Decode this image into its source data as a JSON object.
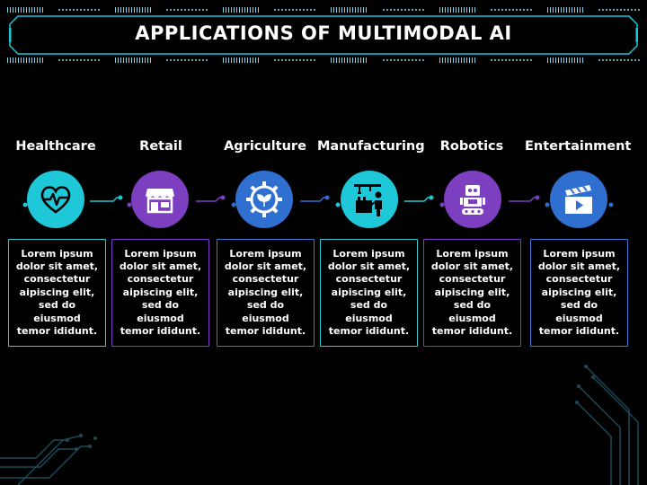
{
  "title": "APPLICATIONS OF MULTIMODAL AI",
  "colors": {
    "teal": "#1ec8d8",
    "purple": "#7b3fbf",
    "blue": "#2f6fd0",
    "background": "#000000",
    "accent_line": "#7fd6e8"
  },
  "applications": [
    {
      "label": "Healthcare",
      "icon": "heartbeat-icon",
      "color": "teal",
      "text": [
        "Lorem ipsum",
        "dolor sit amet,",
        "consectetur",
        "aipiscing elit,",
        "sed do eiusmod",
        "temor ididunt."
      ]
    },
    {
      "label": "Retail",
      "icon": "storefront-icon",
      "color": "purple",
      "text": [
        "Lorem ipsum",
        "dolor sit amet,",
        "consectetur",
        "aipiscing elit,",
        "sed do eiusmod",
        "temor ididunt."
      ]
    },
    {
      "label": "Agriculture",
      "icon": "plant-gear-icon",
      "color": "blue",
      "text": [
        "Lorem ipsum",
        "dolor sit amet,",
        "consectetur",
        "aipiscing elit,",
        "sed do eiusmod",
        "temor ididunt."
      ]
    },
    {
      "label": "Manufacturing",
      "icon": "factory-worker-icon",
      "color": "teal",
      "text": [
        "Lorem ipsum",
        "dolor sit amet,",
        "consectetur",
        "aipiscing elit,",
        "sed do eiusmod",
        "temor ididunt."
      ]
    },
    {
      "label": "Robotics",
      "icon": "robot-icon",
      "color": "purple",
      "text": [
        "Lorem ipsum",
        "dolor sit amet,",
        "consectetur",
        "aipiscing elit,",
        "sed do eiusmod",
        "temor ididunt."
      ]
    },
    {
      "label": "Entertainment",
      "icon": "clapperboard-icon",
      "color": "blue",
      "text": [
        "Lorem ipsum",
        "dolor sit amet,",
        "consectetur",
        "aipiscing elit,",
        "sed do eiusmod",
        "temor ididunt."
      ]
    }
  ]
}
